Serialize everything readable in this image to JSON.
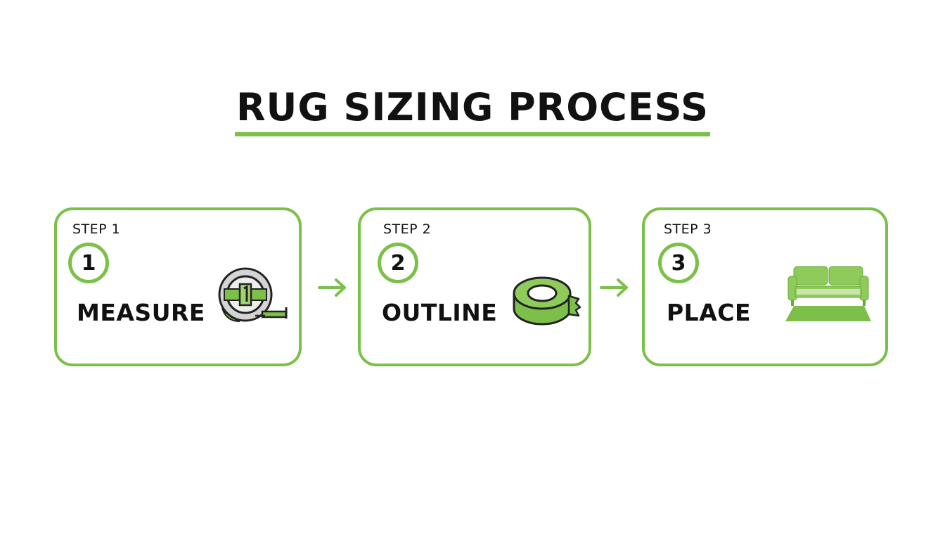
{
  "title": "RUG SIZING PROCESS",
  "colors": {
    "accent": "#7cc04a",
    "text": "#111111",
    "background": "#ffffff"
  },
  "steps": [
    {
      "label": "STEP 1",
      "number": "1",
      "name": "MEASURE",
      "icon": "tape-measure-icon"
    },
    {
      "label": "STEP 2",
      "number": "2",
      "name": "OUTLINE",
      "icon": "tape-roll-icon"
    },
    {
      "label": "STEP 3",
      "number": "3",
      "name": "PLACE",
      "icon": "sofa-rug-icon"
    }
  ],
  "connectors": [
    "arrow-right-icon",
    "arrow-right-icon"
  ]
}
